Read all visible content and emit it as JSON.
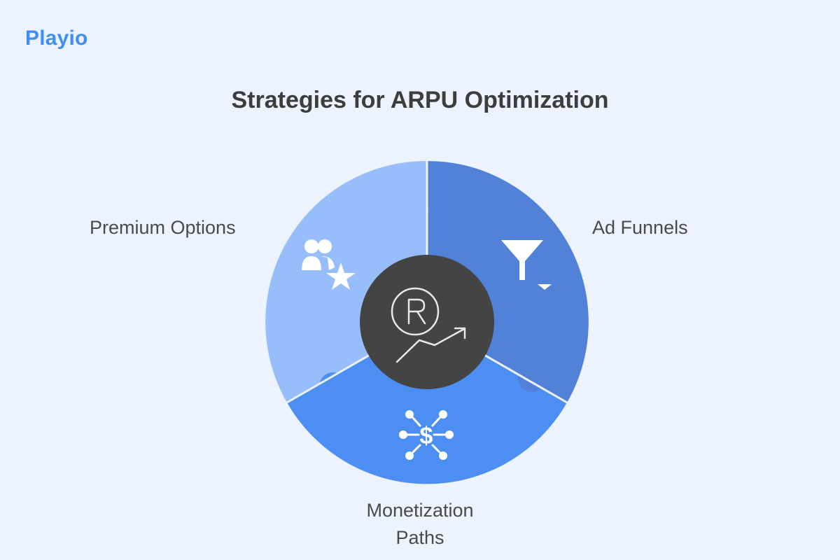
{
  "brand": "Playio",
  "title": "Strategies for ARPU Optimization",
  "segments": {
    "premium": {
      "label": "Premium Options",
      "icon": "users-star-icon",
      "color": "#98bdfb"
    },
    "ads": {
      "label": "Ad Funnels",
      "icon": "funnel-icon",
      "color": "#5282d8"
    },
    "monetization": {
      "label": "Monetization\nPaths",
      "icon": "dollar-network-icon",
      "color": "#4d8ef2"
    }
  },
  "center": {
    "icon": "rand-growth-icon",
    "color": "#444444"
  }
}
